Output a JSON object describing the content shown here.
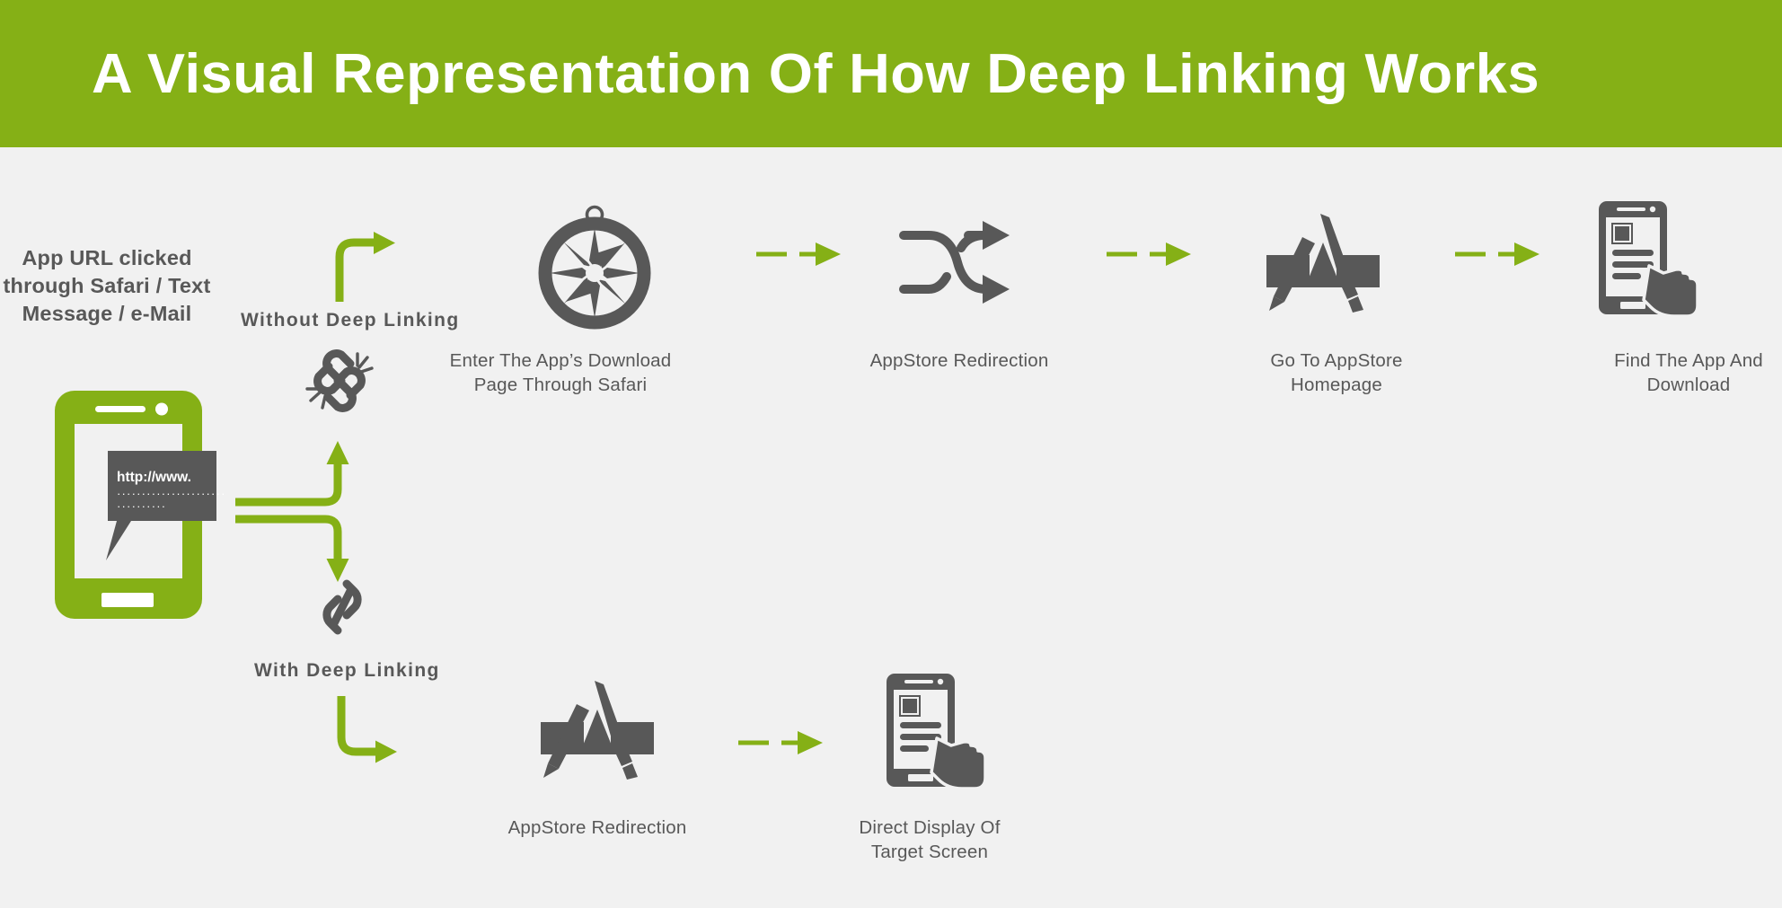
{
  "header": {
    "title": "A Visual Representation Of  How Deep Linking Works",
    "background_color": "#85b016",
    "text_color": "#ffffff"
  },
  "theme": {
    "page_background": "#f1f1f1",
    "accent_green": "#85b016",
    "icon_gray": "#585858",
    "bubble_gray": "#585858"
  },
  "source": {
    "intro_text": "App URL clicked through Safari / Text Message / e-Mail",
    "phone": {
      "bubble_url": "http://www.",
      "bubble_dots_line1": "······················",
      "bubble_dots_line2": "··········"
    }
  },
  "branches": [
    {
      "id": "without",
      "label": "Without Deep Linking",
      "icon": "broken-link-icon"
    },
    {
      "id": "with",
      "label": "With Deep Linking",
      "icon": "chain-link-icon"
    }
  ],
  "top_flow": {
    "steps": [
      {
        "icon": "safari-compass-icon",
        "caption_line1": "Enter The App’s Download",
        "caption_line2": "Page Through Safari"
      },
      {
        "icon": "shuffle-arrows-icon",
        "caption_line1": "AppStore Redirection",
        "caption_line2": ""
      },
      {
        "icon": "appstore-icon",
        "caption_line1": "Go To AppStore",
        "caption_line2": "Homepage"
      },
      {
        "icon": "phone-hand-icon",
        "caption_line1": "Find The App And",
        "caption_line2": "Download"
      }
    ]
  },
  "bottom_flow": {
    "steps": [
      {
        "icon": "appstore-icon",
        "caption_line1": "AppStore Redirection",
        "caption_line2": ""
      },
      {
        "icon": "phone-hand-icon",
        "caption_line1": "Direct Display Of",
        "caption_line2": "Target Screen"
      }
    ]
  },
  "connectors": {
    "arrow_style": "dashed-green-arrow",
    "count_top": 3,
    "count_bottom": 1
  }
}
